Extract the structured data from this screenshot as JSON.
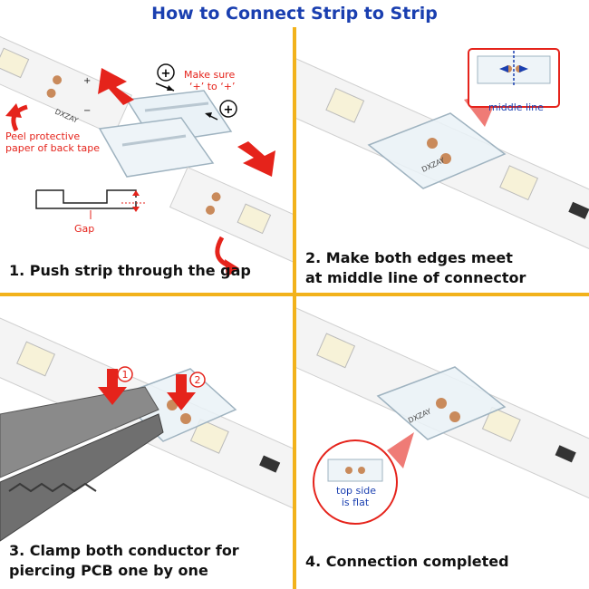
{
  "title": "How to Connect Strip to Strip",
  "colors": {
    "title": "#1a3fb0",
    "divider": "#f2b21b",
    "arrow": "#e5231b",
    "note_red": "#e5231b",
    "note_blue": "#1a3fb0",
    "strip": "#f4f4f4",
    "pad": "#c98a5b"
  },
  "panels": [
    {
      "caption": "1. Push strip through the gap",
      "notes": {
        "make_sure_line1": "Make sure",
        "make_sure_line2": "‘+’ to ‘+’",
        "peel_line1": "Peel protective",
        "peel_line2": "paper of back tape",
        "gap": "Gap"
      },
      "symbols": {
        "plus_circle": "+"
      },
      "strip_text": {
        "plus": "+",
        "minus": "−",
        "brand": "DXZAY"
      }
    },
    {
      "caption_line1": "2. Make both edges meet",
      "caption_line2": "at middle line of connector",
      "notes": {
        "middle_line": "middle line"
      },
      "strip_text": {
        "brand": "DXZAY"
      }
    },
    {
      "caption_line1": "3. Clamp both conductor for",
      "caption_line2": "piercing PCB one by one",
      "step_markers": [
        "1",
        "2"
      ]
    },
    {
      "caption": "4. Connection completed",
      "notes": {
        "top_side_line1": "top side",
        "top_side_line2": "is flat"
      },
      "strip_text": {
        "brand": "DXZAY"
      }
    }
  ]
}
